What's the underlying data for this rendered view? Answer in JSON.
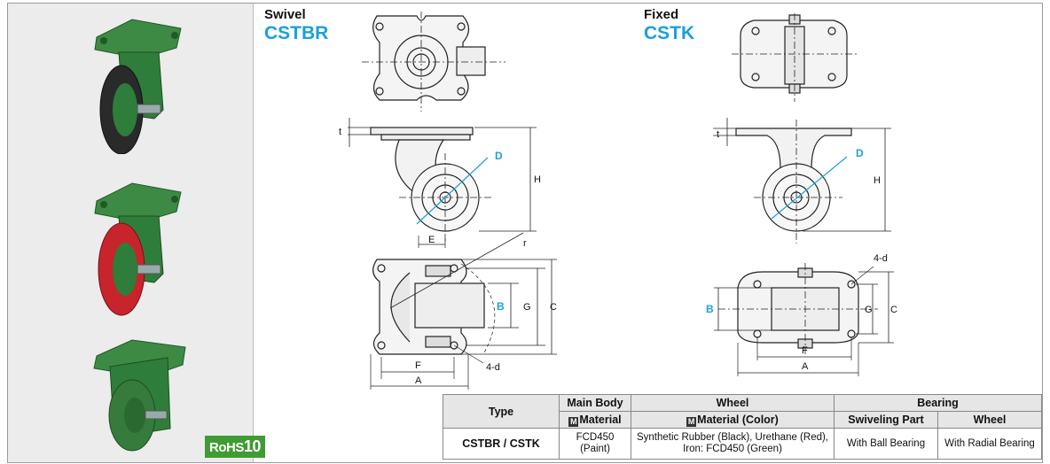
{
  "photos": {
    "items": [
      {
        "name": "swivel-caster-black-wheel"
      },
      {
        "name": "swivel-caster-red-wheel"
      },
      {
        "name": "fixed-caster-green-wheel"
      }
    ],
    "rohs_badge": {
      "text": "RoHS",
      "number": "10"
    }
  },
  "swivel": {
    "label": "Swivel",
    "code": "CSTBR",
    "dims": {
      "t": "t",
      "D": "D",
      "H": "H",
      "E": "E",
      "r": "r",
      "B": "B",
      "G": "G",
      "C": "C",
      "F": "F",
      "A": "A",
      "hole": "4-d"
    }
  },
  "fixed": {
    "label": "Fixed",
    "code": "CSTK",
    "dims": {
      "t": "t",
      "D": "D",
      "H": "H",
      "B": "B",
      "G": "G",
      "C": "C",
      "F": "F",
      "A": "A",
      "hole": "4-d"
    }
  },
  "spec_table": {
    "headers": {
      "type": "Type",
      "main_body": "Main Body",
      "wheel": "Wheel",
      "bearing": "Bearing",
      "main_material": "Material",
      "wheel_material": "Material (Color)",
      "swiveling_part": "Swiveling Part",
      "bearing_wheel": "Wheel",
      "m_mark": "M"
    },
    "row": {
      "type": "CSTBR / CSTK",
      "main_body_line1": "FCD450",
      "main_body_line2": "(Paint)",
      "wheel_line1": "Synthetic Rubber (Black), Urethane (Red),",
      "wheel_line2": "Iron: FCD450 (Green)",
      "swiveling_part": "With Ball Bearing",
      "bearing_wheel": "With Radial Bearing"
    }
  },
  "colors": {
    "accent": "#1aa0dd",
    "caster_green": "#2f7d3a",
    "red_wheel": "#c8242b",
    "rohs_green": "#3f9b33",
    "dim_blue": "#1aa0dd"
  }
}
